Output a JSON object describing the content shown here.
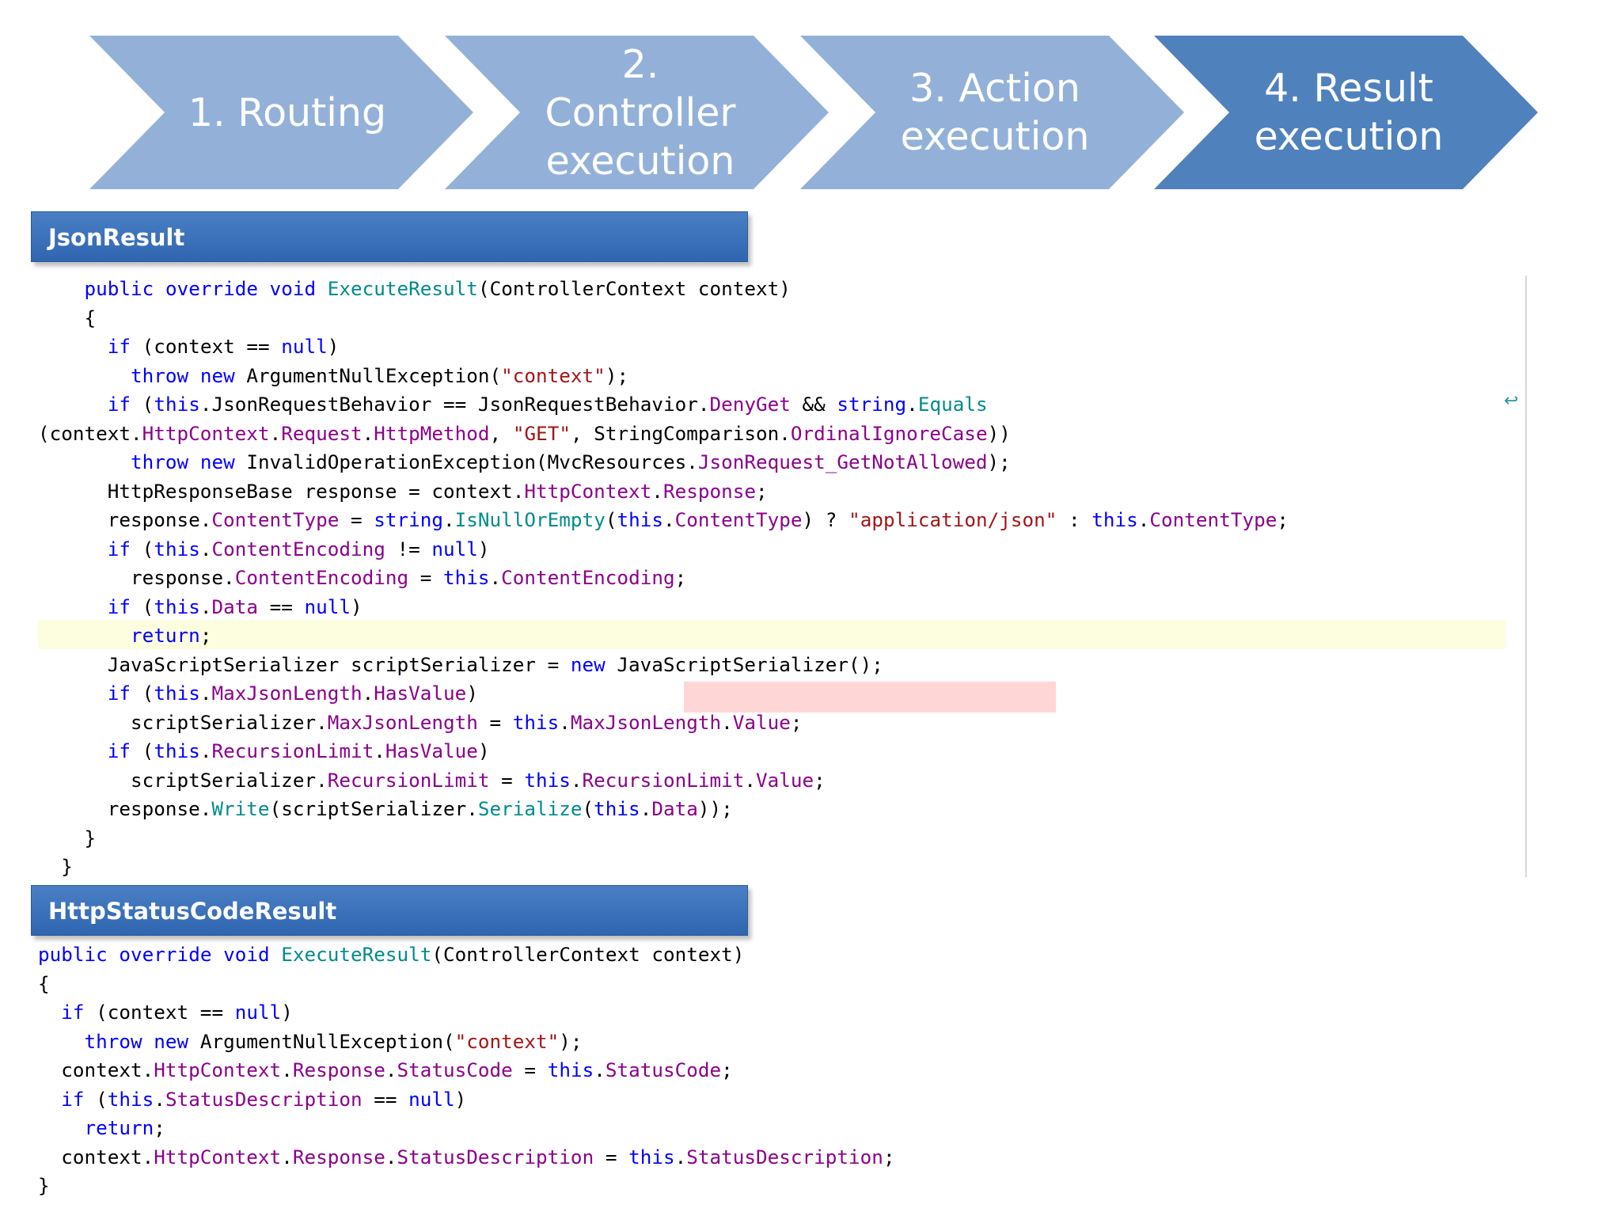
{
  "steps": [
    {
      "label": "1. Routing",
      "active": false
    },
    {
      "label": "2. Controller execution",
      "active": false
    },
    {
      "label": "3. Action execution",
      "active": false
    },
    {
      "label": "4. Result execution",
      "active": true
    }
  ],
  "colors": {
    "step_inactive": "#93b1d8",
    "step_active": "#4f81bd",
    "header_bg": "#3a71b8",
    "keyword": "#0000ff",
    "type": "#2b91af",
    "member": "#8b008b",
    "method": "#008b8b",
    "string": "#a31515",
    "current_line_highlight": "#fdfde0",
    "error_highlight": "#ffd6d6"
  },
  "sections": [
    {
      "title": "JsonResult",
      "code_lines": [
        "    public override void ExecuteResult(ControllerContext context)",
        "    {",
        "      if (context == null)",
        "        throw new ArgumentNullException(\"context\");",
        "      if (this.JsonRequestBehavior == JsonRequestBehavior.DenyGet && string.Equals",
        "(context.HttpContext.Request.HttpMethod, \"GET\", StringComparison.OrdinalIgnoreCase))",
        "        throw new InvalidOperationException(MvcResources.JsonRequest_GetNotAllowed);",
        "      HttpResponseBase response = context.HttpContext.Response;",
        "      response.ContentType = string.IsNullOrEmpty(this.ContentType) ? \"application/json\" : this.ContentType;",
        "      if (this.ContentEncoding != null)",
        "        response.ContentEncoding = this.ContentEncoding;",
        "      if (this.Data == null)",
        "        return;",
        "      JavaScriptSerializer scriptSerializer = new JavaScriptSerializer();",
        "      if (this.MaxJsonLength.HasValue)",
        "        scriptSerializer.MaxJsonLength = this.MaxJsonLength.Value;",
        "      if (this.RecursionLimit.HasValue)",
        "        scriptSerializer.RecursionLimit = this.RecursionLimit.Value;",
        "      response.Write(scriptSerializer.Serialize(this.Data));",
        "    }",
        "  }"
      ],
      "wrap_glyph": "↩"
    },
    {
      "title": "HttpStatusCodeResult",
      "code_lines": [
        "public override void ExecuteResult(ControllerContext context)",
        "{",
        "  if (context == null)",
        "    throw new ArgumentNullException(\"context\");",
        "  context.HttpContext.Response.StatusCode = this.StatusCode;",
        "  if (this.StatusDescription == null)",
        "    return;",
        "  context.HttpContext.Response.StatusDescription = this.StatusDescription;",
        "}"
      ]
    }
  ]
}
